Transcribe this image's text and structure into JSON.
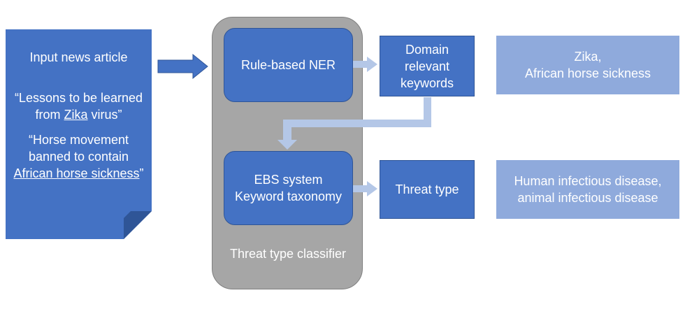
{
  "input_article": {
    "title": "Input news article",
    "quote1_prefix": "“Lessons to be learned",
    "quote1_from": "from ",
    "quote1_keyword": "Zika",
    "quote1_suffix": " virus”",
    "quote2_line1": "“Horse movement",
    "quote2_line2": "banned to contain",
    "quote2_keyword": "African horse sickness",
    "quote2_suffix": "”"
  },
  "classifier": {
    "label": "Threat type classifier",
    "ner_label": "Rule-based NER",
    "ebs_line1": "EBS system",
    "ebs_line2": "Keyword taxonomy"
  },
  "outputs": {
    "keywords_line1": "Domain",
    "keywords_line2": "relevant",
    "keywords_line3": "keywords",
    "threat_type": "Threat type"
  },
  "results": {
    "keywords_line1": "Zika,",
    "keywords_line2": "African horse sickness",
    "threat_line1": "Human infectious disease,",
    "threat_line2": "animal infectious disease"
  },
  "colors": {
    "primary_blue": "#4472c4",
    "light_blue": "#8faadc",
    "arrow_light": "#b4c7e7",
    "container_gray": "#a6a6a6"
  }
}
